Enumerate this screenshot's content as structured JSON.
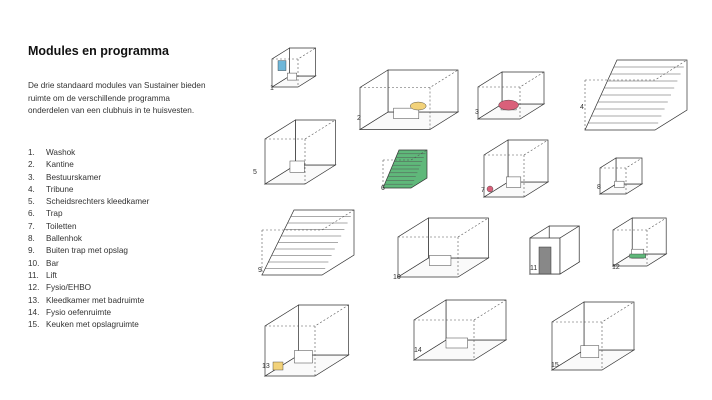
{
  "title": "Modules en programma",
  "intro": "De drie standaard modules van Sustainer bieden ruimte om de verschillende programma onderdelen van een clubhuis in te huisvesten.",
  "programme": [
    {
      "num": "1.",
      "label": "Washok"
    },
    {
      "num": "2.",
      "label": "Kantine"
    },
    {
      "num": "3.",
      "label": "Bestuurskamer"
    },
    {
      "num": "4.",
      "label": "Tribune"
    },
    {
      "num": "5.",
      "label": "Scheidsrechters kleedkamer"
    },
    {
      "num": "6.",
      "label": "Trap"
    },
    {
      "num": "7.",
      "label": "Toiletten"
    },
    {
      "num": "8.",
      "label": "Ballenhok"
    },
    {
      "num": "9.",
      "label": "Buiten trap met opslag"
    },
    {
      "num": "10.",
      "label": "Bar"
    },
    {
      "num": "11.",
      "label": "Lift"
    },
    {
      "num": "12.",
      "label": "Fysio/EHBO"
    },
    {
      "num": "13.",
      "label": "Kleedkamer met badruimte"
    },
    {
      "num": "14.",
      "label": "Fysio oefenruimte"
    },
    {
      "num": "15.",
      "label": "Keuken met opslagruimte"
    }
  ],
  "drawings": [
    {
      "label": "1",
      "kind": "room"
    },
    {
      "label": "2",
      "kind": "room"
    },
    {
      "label": "3",
      "kind": "room"
    },
    {
      "label": "4",
      "kind": "stairs"
    },
    {
      "label": "5",
      "kind": "room"
    },
    {
      "label": "6",
      "kind": "green-stairs"
    },
    {
      "label": "7",
      "kind": "room"
    },
    {
      "label": "8",
      "kind": "room"
    },
    {
      "label": "9",
      "kind": "stairs"
    },
    {
      "label": "10",
      "kind": "room"
    },
    {
      "label": "11",
      "kind": "closed"
    },
    {
      "label": "12",
      "kind": "room"
    },
    {
      "label": "13",
      "kind": "room"
    },
    {
      "label": "14",
      "kind": "room"
    },
    {
      "label": "15",
      "kind": "room"
    }
  ],
  "colors": {
    "accent_green": "#5fb87a",
    "accent_blue": "#6fb7d9",
    "accent_pink": "#d9607a",
    "accent_yellow": "#f2d27a"
  }
}
